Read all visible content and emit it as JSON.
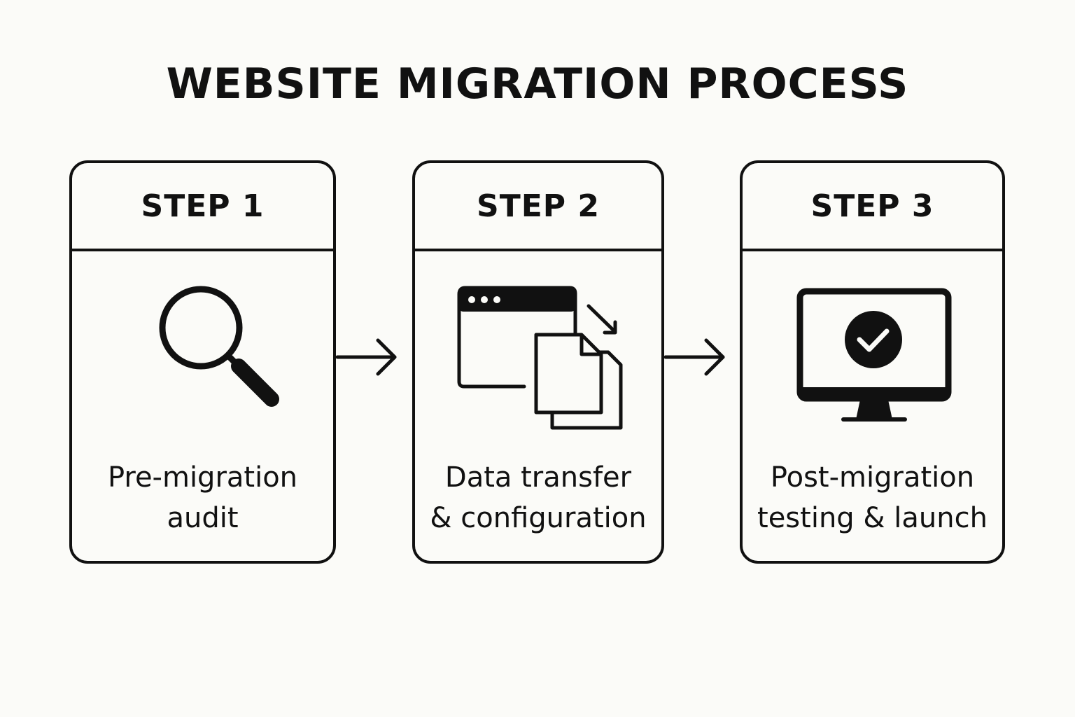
{
  "title": "WEBSITE MIGRATION PROCESS",
  "steps": [
    {
      "label": "STEP 1",
      "text_lines": [
        "Pre-migration",
        "audit"
      ],
      "icon": "magnifying-glass-icon"
    },
    {
      "label": "STEP 2",
      "text_lines": [
        "Data transfer",
        "& configuration"
      ],
      "icon": "data-transfer-icon"
    },
    {
      "label": "STEP 3",
      "text_lines": [
        "Post-migration",
        "testing & launch"
      ],
      "icon": "monitor-check-icon"
    }
  ],
  "colors": {
    "background": "#fbfbf8",
    "ink": "#111111"
  }
}
